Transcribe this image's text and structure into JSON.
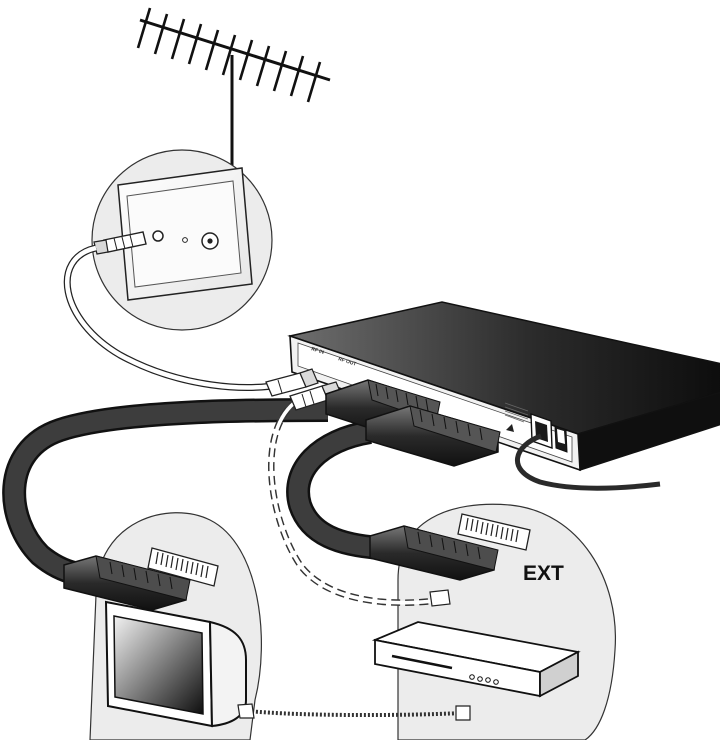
{
  "labels": {
    "ext": "EXT",
    "rf_in": "RF IN",
    "rf_out": "RF OUT"
  },
  "colors": {
    "receiver_dark": "#1a1a1a",
    "receiver_light": "#d9d9d9",
    "cable": "#3d3d3d",
    "circle_bg": "#ececec",
    "outline": "#111111"
  }
}
